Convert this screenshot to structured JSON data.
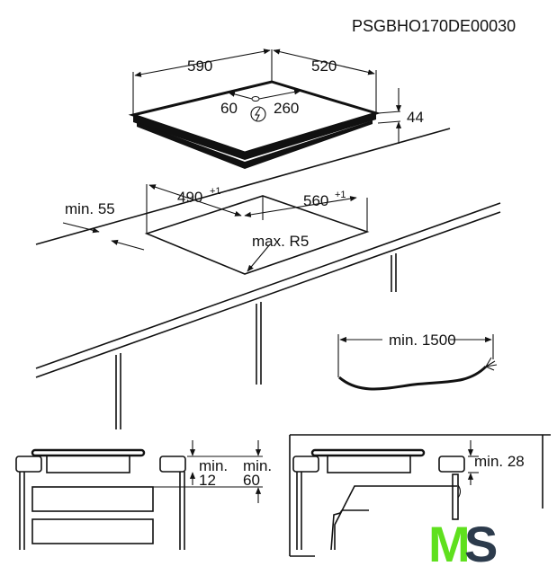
{
  "model_code": "PSGBHO170DE00030",
  "hob": {
    "width": "590",
    "depth": "520",
    "height": "44",
    "connection_offset_left": "60",
    "connection_offset_back": "260",
    "power_icon": "lightning-in-circle-icon"
  },
  "cutout": {
    "width": "490",
    "width_tolerance": "+1",
    "depth": "560",
    "depth_tolerance": "+1",
    "front_distance": "min. 55",
    "corner_radius": "max. R5"
  },
  "cable": {
    "length": "min. 1500"
  },
  "section_drawers": {
    "gap_label_1": "min.",
    "gap_value_1": "12",
    "gap_label_2": "min.",
    "gap_value_2": "60"
  },
  "section_oven": {
    "gap": "min. 28"
  },
  "logo": {
    "letter_1": "M",
    "letter_2": "S",
    "color_1": "#5fe01e",
    "color_2": "#2c3b4c"
  }
}
